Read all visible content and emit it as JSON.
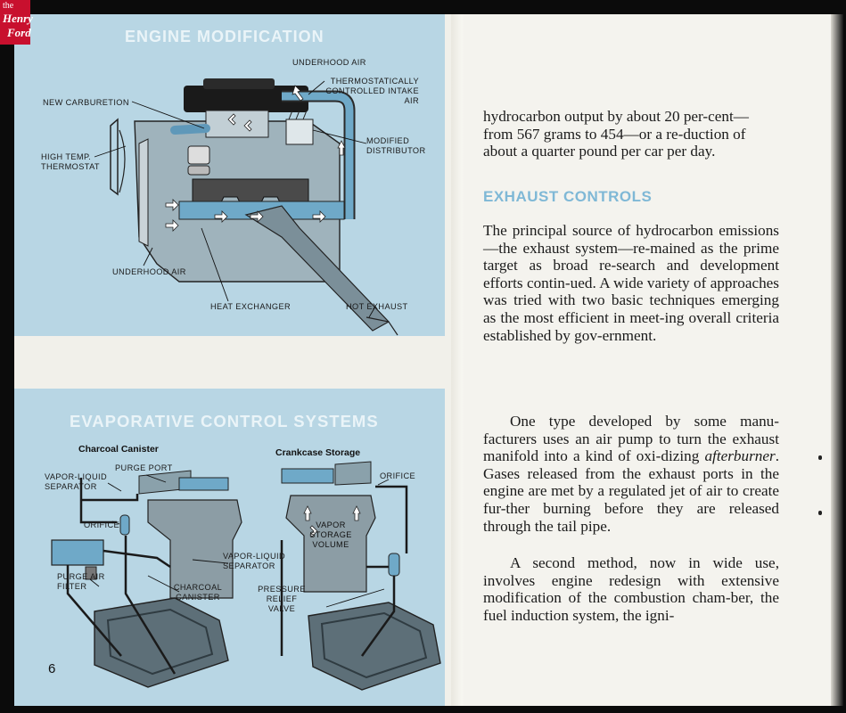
{
  "logo": {
    "line1": "the",
    "line2": "Henry",
    "line3": "Ford"
  },
  "page_number": "6",
  "engine_modification": {
    "title": "ENGINE MODIFICATION",
    "labels": {
      "underhood_air_top": "UNDERHOOD AIR",
      "thermo_intake": "THERMOSTATICALLY CONTROLLED INTAKE AIR",
      "new_carburetion": "NEW CARBURETION",
      "high_temp": "HIGH TEMP. THERMOSTAT",
      "modified_distributor": "MODIFIED DISTRIBUTOR",
      "underhood_air_bottom": "UNDERHOOD AIR",
      "heat_exchanger": "HEAT EXCHANGER",
      "hot_exhaust": "HOT EXHAUST"
    }
  },
  "evaporative": {
    "title": "EVAPORATIVE CONTROL SYSTEMS",
    "charcoal_title": "Charcoal Canister",
    "crankcase_title": "Crankcase Storage",
    "labels": {
      "purge_port": "PURGE PORT",
      "vapor_liquid_sep": "VAPOR-LIQUID SEPARATOR",
      "orifice_left": "ORIFICE",
      "purge_air_filter": "PURGE AIR FILTER",
      "charcoal_canister": "CHARCOAL CANISTER",
      "vapor_liquid_sep2": "VAPOR-LIQUID SEPARATOR",
      "orifice_right": "ORIFICE",
      "vapor_storage": "VAPOR STORAGE VOLUME",
      "pressure_relief": "PRESSURE RELIEF VALVE"
    }
  },
  "text": {
    "p1": "hydrocarbon output by about 20 per-cent—from 567 grams to 454—or a re-duction of about a quarter pound per car per day.",
    "heading": "EXHAUST CONTROLS",
    "p2": "The principal source of hydrocarbon emissions—the exhaust system—re-mained as the prime target as broad re-search and development efforts contin-ued. A wide variety of approaches was tried with two basic techniques emerging as the most efficient in meet-ing overall criteria established by gov-ernment.",
    "p3a": "One type developed by some manu-facturers uses an air pump to turn the exhaust manifold into a kind of oxi-dizing ",
    "p3_em": "afterburner",
    "p3b": ". Gases released from the exhaust ports in the engine are met by a regulated jet of air to create fur-ther burning before they are released through the tail pipe.",
    "p4": "A second method, now in wide use, involves engine redesign with extensive modification of the combustion cham-ber, the fuel induction system, the igni-"
  }
}
